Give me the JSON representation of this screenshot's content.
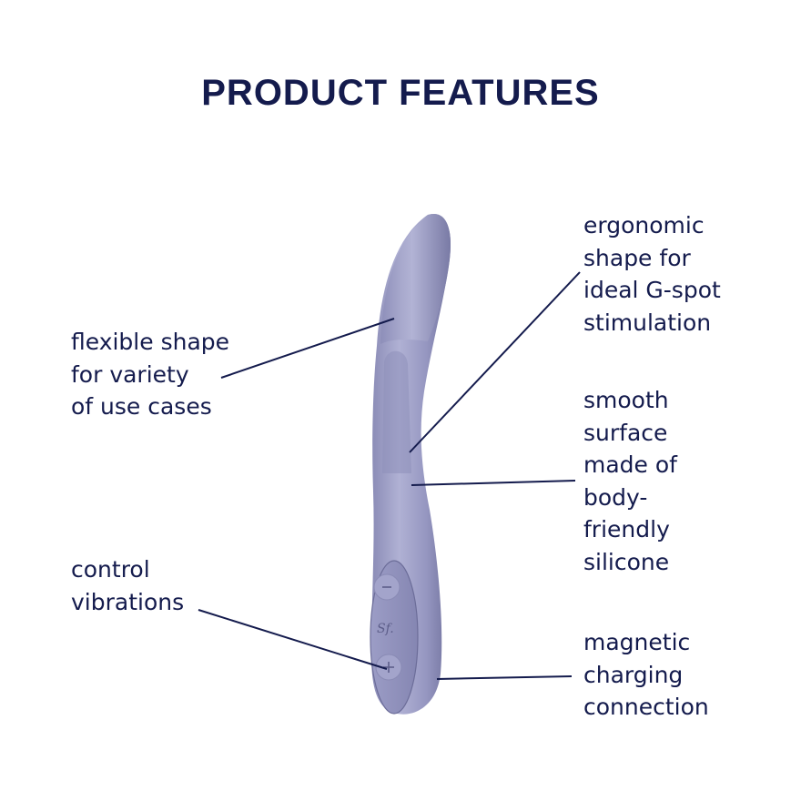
{
  "title": "PRODUCT FEATURES",
  "features": [
    {
      "id": "flexible",
      "text": "flexible shape\nfor variety\nof use cases"
    },
    {
      "id": "ergonomic",
      "text": "ergonomic\nshape for\nideal G-spot\nstimulation"
    },
    {
      "id": "smooth",
      "text": "smooth\nsurface\nmade of\nbody-\nfriendly\nsilicone"
    },
    {
      "id": "control",
      "text": "control\nvibrations"
    },
    {
      "id": "magnetic",
      "text": "magnetic\ncharging\nconnection"
    }
  ],
  "product": {
    "buttons": {
      "minus": "−",
      "plus": "+"
    },
    "logo": "Sf."
  },
  "colors": {
    "text": "#141b4d",
    "product": "#9b9cc4",
    "product_dark": "#7f80ab",
    "product_light": "#b7b8d8",
    "background": "#ffffff"
  }
}
